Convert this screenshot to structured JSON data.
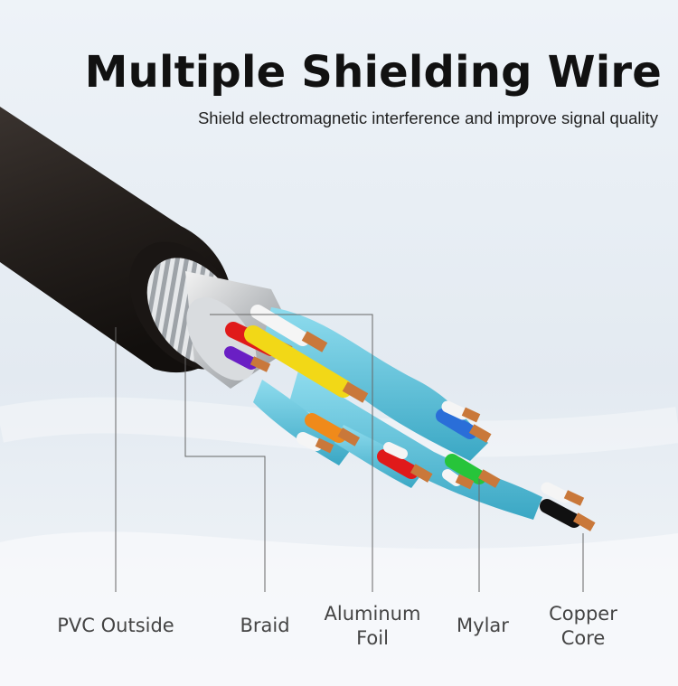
{
  "header": {
    "title": "Multiple Shielding Wire",
    "subtitle": "Shield electromagnetic interference and improve signal quality"
  },
  "labels": {
    "pvc": "PVC Outside",
    "braid": "Braid",
    "foil_line1": "Aluminum",
    "foil_line2": "Foil",
    "mylar": "Mylar",
    "copper_line1": "Copper",
    "copper_line2": "Core"
  },
  "colors": {
    "jacket": "#2b2522",
    "sheath": "#5fc3dc",
    "wire_red": "#e01a1a",
    "wire_yellow": "#f2d817",
    "wire_purple": "#6a1fc4",
    "wire_orange": "#f08a1a",
    "wire_blue": "#2a6ed8",
    "wire_green": "#27c43a",
    "wire_black": "#111111",
    "copper": "#c9783a"
  }
}
